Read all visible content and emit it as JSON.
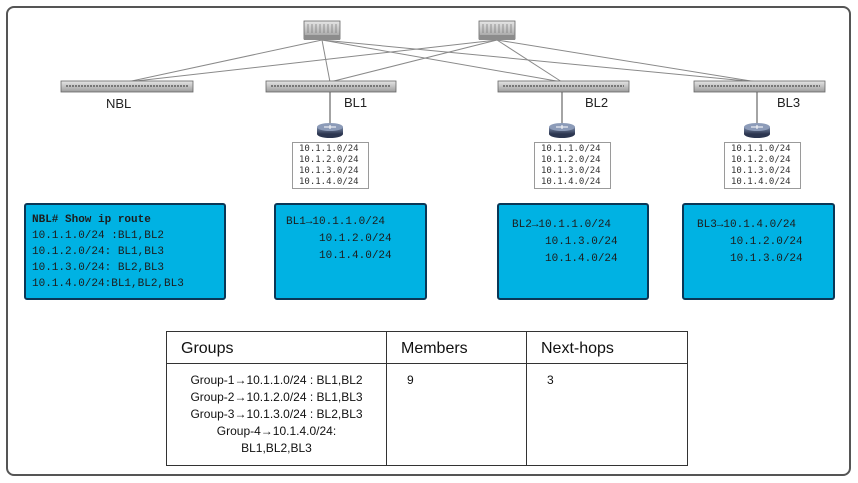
{
  "leaves": [
    {
      "id": "nbl",
      "label": "NBL"
    },
    {
      "id": "bl1",
      "label": "BL1",
      "prefixes": [
        "10.1.1.0/24",
        "10.1.2.0/24",
        "10.1.3.0/24",
        "10.1.4.0/24"
      ]
    },
    {
      "id": "bl2",
      "label": "BL2",
      "prefixes": [
        "10.1.1.0/24",
        "10.1.2.0/24",
        "10.1.3.0/24",
        "10.1.4.0/24"
      ]
    },
    {
      "id": "bl3",
      "label": "BL3",
      "prefixes": [
        "10.1.1.0/24",
        "10.1.2.0/24",
        "10.1.3.0/24",
        "10.1.4.0/24"
      ]
    }
  ],
  "route_boxes": {
    "nbl": {
      "title": "NBL# Show ip route",
      "lines": [
        "10.1.1.0/24 :BL1,BL2",
        "10.1.2.0/24: BL1,BL3",
        "10.1.3.0/24: BL2,BL3",
        "10.1.4.0/24:BL1,BL2,BL3"
      ]
    },
    "bl1": {
      "lines": [
        "BL1→10.1.1.0/24",
        "     10.1.2.0/24",
        "     10.1.4.0/24"
      ]
    },
    "bl2": {
      "lines": [
        "BL2→10.1.1.0/24",
        "     10.1.3.0/24",
        "     10.1.4.0/24"
      ]
    },
    "bl3": {
      "lines": [
        "BL3→10.1.4.0/24",
        "     10.1.2.0/24",
        "     10.1.3.0/24"
      ]
    }
  },
  "table": {
    "headers": [
      "Groups",
      "Members",
      "Next-hops"
    ],
    "groups": [
      "Group-1→10.1.1.0/24 : BL1,BL2",
      "Group-2→10.1.2.0/24 : BL1,BL3",
      "Group-3→10.1.3.0/24 : BL2,BL3",
      "Group-4→10.1.4.0/24:",
      "BL1,BL2,BL3"
    ],
    "members": "9",
    "nexthops": "3"
  },
  "colors": {
    "accent": "#00b2e3",
    "box_border": "#0a3756",
    "frame": "#555555"
  },
  "icons": [
    "spine-switch-icon",
    "leaf-switch-icon",
    "router-icon"
  ]
}
